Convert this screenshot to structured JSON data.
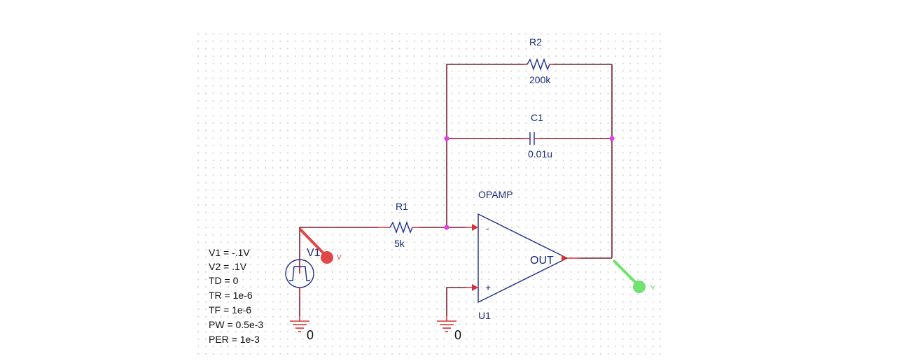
{
  "components": {
    "r2": {
      "name": "R2",
      "value": "200k"
    },
    "c1": {
      "name": "C1",
      "value": "0.01u"
    },
    "r1": {
      "name": "R1",
      "value": "5k"
    },
    "opamp": {
      "model": "OPAMP",
      "ref": "U1",
      "minus": "-",
      "plus": "+",
      "out": "OUT"
    },
    "v1": {
      "name": "V1",
      "params": [
        "V1 = -.1V",
        "V2 = .1V",
        "TD = 0",
        "TR = 1e-6",
        "TF = 1e-6",
        "PW = 0.5e-3",
        "PER = 1e-3"
      ]
    },
    "gnd_source": {
      "label": "0"
    },
    "gnd_opamp": {
      "label": "0"
    }
  },
  "probes": {
    "input": {
      "label": "V",
      "color": "#e04848"
    },
    "output": {
      "label": "V",
      "color": "#6fe26f"
    }
  },
  "colors": {
    "wire": "#7a1e2f",
    "part": "#1f2f8f",
    "pin": "#d83030",
    "junction": "#e83ce8"
  }
}
